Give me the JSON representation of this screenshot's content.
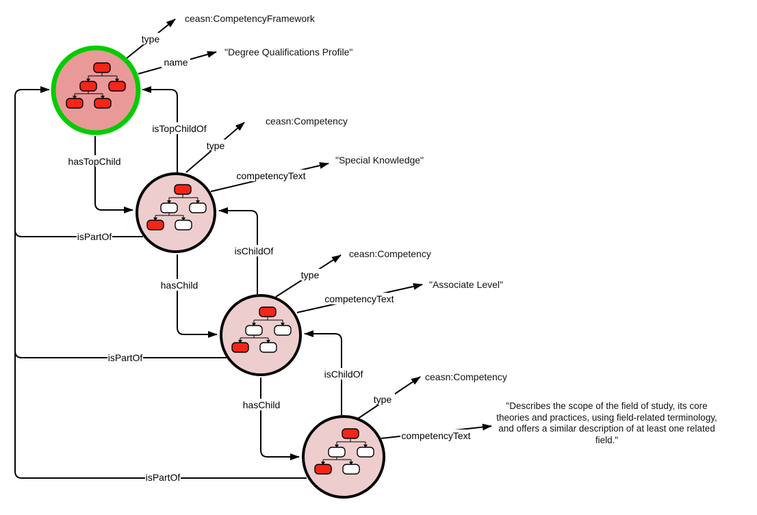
{
  "diagram_kind": "ceasn-competency-framework-rdf-graph",
  "colors": {
    "framework_fill": "#ea9999",
    "framework_border": "#00cc00",
    "competency_fill": "#edcdcd",
    "competency_border": "#000000",
    "tree_node_red": "#f42519",
    "tree_node_white": "#ffffff",
    "edge_color": "#000000",
    "background": "#ffffff"
  },
  "nodes": [
    {
      "id": "framework",
      "icon": "org-tree-icon",
      "highlight": "green-ring"
    },
    {
      "id": "competency1",
      "icon": "org-tree-icon",
      "highlight": "none"
    },
    {
      "id": "competency2",
      "icon": "org-tree-icon",
      "highlight": "none"
    },
    {
      "id": "competency3",
      "icon": "org-tree-icon",
      "highlight": "none"
    }
  ],
  "edges": [
    {
      "from": "framework",
      "label": "type",
      "to_text": "ceasn:CompetencyFramework"
    },
    {
      "from": "framework",
      "label": "name",
      "to_text": "\"Degree Qualifications Profile\""
    },
    {
      "from": "competency1",
      "label": "isTopChildOf",
      "to": "framework"
    },
    {
      "from": "framework",
      "label": "hasTopChild",
      "to": "competency1"
    },
    {
      "from": "competency1",
      "label": "isPartOf",
      "to": "framework"
    },
    {
      "from": "competency1",
      "label": "type",
      "to_text": "ceasn:Competency"
    },
    {
      "from": "competency1",
      "label": "competencyText",
      "to_text": "\"Special Knowledge\""
    },
    {
      "from": "competency2",
      "label": "isChildOf",
      "to": "competency1"
    },
    {
      "from": "competency1",
      "label": "hasChild",
      "to": "competency2"
    },
    {
      "from": "competency2",
      "label": "isPartOf",
      "to": "framework"
    },
    {
      "from": "competency2",
      "label": "type",
      "to_text": "ceasn:Competency"
    },
    {
      "from": "competency2",
      "label": "competencyText",
      "to_text": "\"Associate Level\""
    },
    {
      "from": "competency3",
      "label": "isChildOf",
      "to": "competency2"
    },
    {
      "from": "competency2",
      "label": "hasChild",
      "to": "competency3"
    },
    {
      "from": "competency3",
      "label": "isPartOf",
      "to": "framework"
    },
    {
      "from": "competency3",
      "label": "type",
      "to_text": "ceasn:Competency"
    },
    {
      "from": "competency3",
      "label": "competencyText",
      "to_text": "\"Describes the scope of the field of study, its core theories and practices, using field-related terminology, and offers a similar description of at least one related field.\""
    }
  ]
}
